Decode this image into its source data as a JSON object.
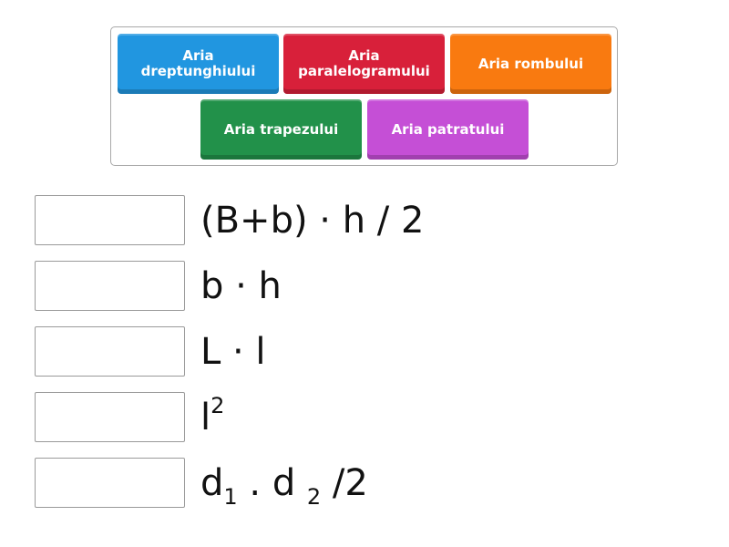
{
  "word_bank": {
    "tiles": [
      {
        "label": "Aria\ndreptunghiului",
        "color": "#2196e0"
      },
      {
        "label": "Aria\nparalelogramului",
        "color": "#d8203a"
      },
      {
        "label": "Aria rombului",
        "color": "#f97a10"
      },
      {
        "label": "Aria trapezului",
        "color": "#22914a"
      },
      {
        "label": "Aria patratului",
        "color": "#c54fd6"
      }
    ]
  },
  "questions": [
    {
      "formula_parts": {
        "main": "(B+b) · h / 2"
      },
      "answer": ""
    },
    {
      "formula_parts": {
        "main": "b · h"
      },
      "answer": ""
    },
    {
      "formula_parts": {
        "main": "L · l"
      },
      "answer": ""
    },
    {
      "formula_parts": {
        "base": "l",
        "sup": "2"
      },
      "answer": ""
    },
    {
      "formula_parts": {
        "d1": "d",
        "sub1": "1",
        "mid": " . d ",
        "sub2": "2",
        "end": " /2"
      },
      "answer": ""
    }
  ]
}
